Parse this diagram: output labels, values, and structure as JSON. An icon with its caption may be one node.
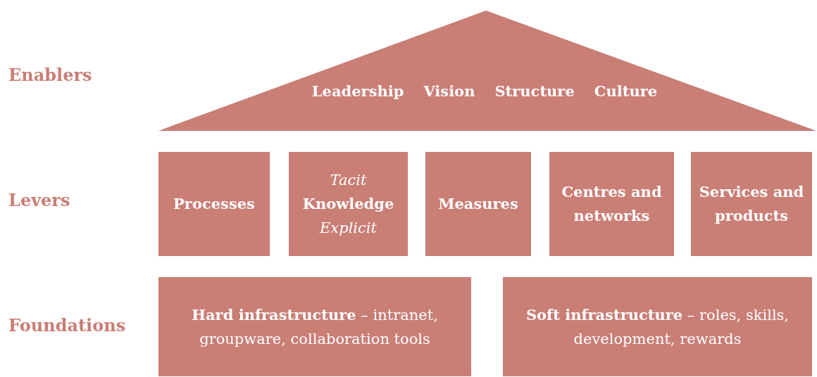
{
  "diagram": {
    "nodes": [
      {
        "text": [
          "Leadership",
          "Vision",
          "Structure",
          "Culture"
        ]
      },
      {
        "text": [
          "Processes"
        ]
      },
      {
        "text": [
          "Tacit",
          "Knowledge",
          "Explicit"
        ]
      },
      {
        "text": [
          "Measures"
        ]
      },
      {
        "text": [
          "Centres and networks"
        ]
      },
      {
        "text": [
          "Services and products"
        ]
      },
      {
        "text": [
          "**Hard infrastructure** – intranet, groupware, collaboration tools"
        ]
      },
      {
        "text": [
          "**Soft infrastructure** – roles, skills, development, rewards"
        ]
      }
    ],
    "labels": [
      "Enablers",
      "Levers",
      "Foundations"
    ]
  }
}
